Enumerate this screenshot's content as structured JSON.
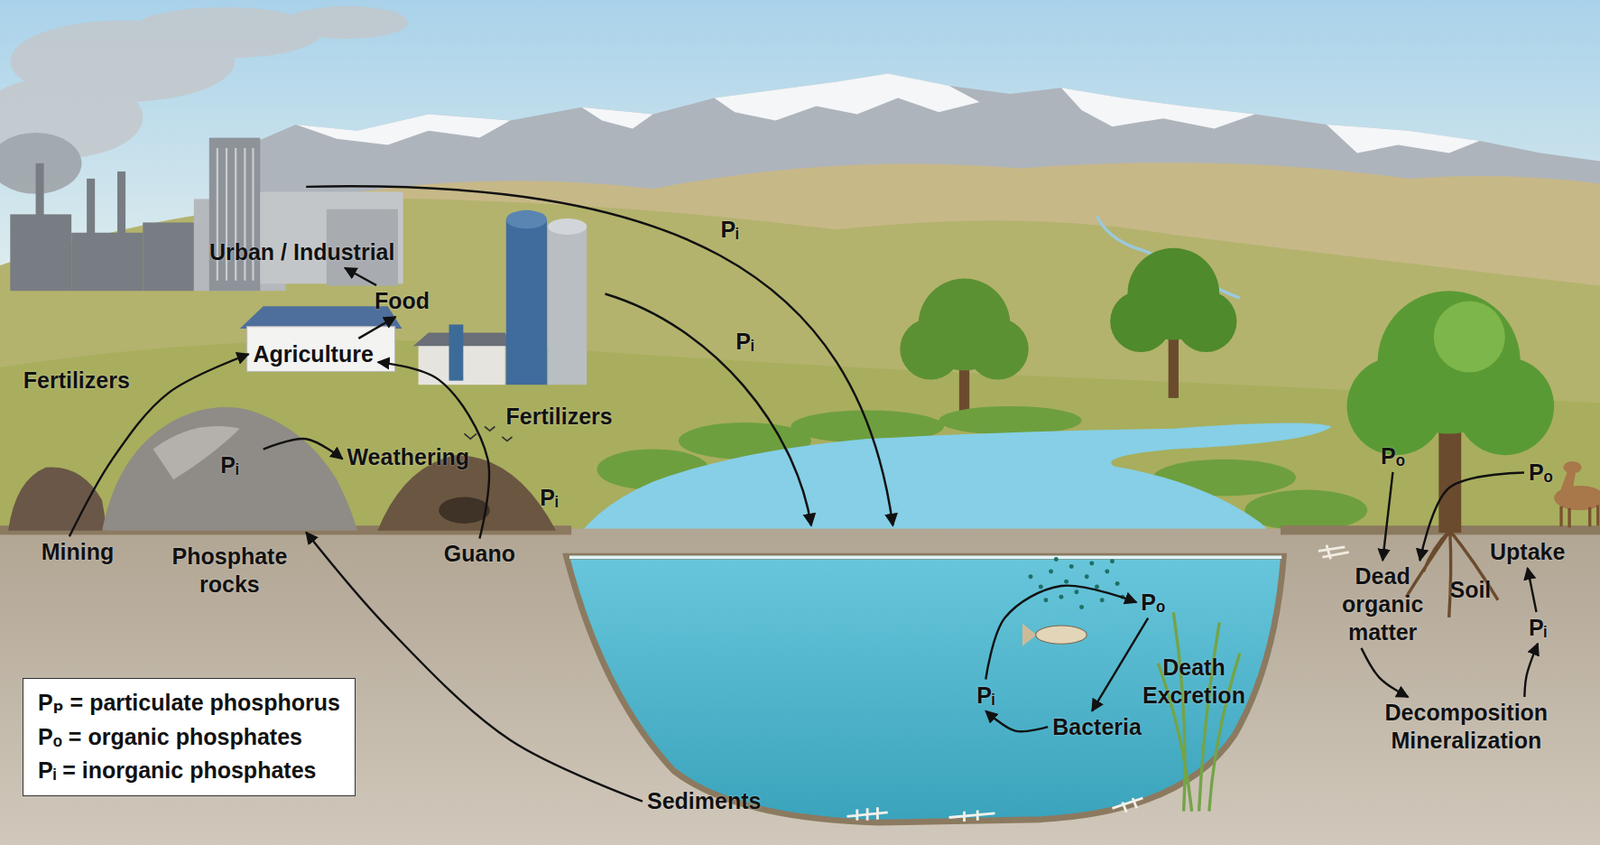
{
  "diagram": {
    "nodes": [
      {
        "text": [
          "Urban / Industrial"
        ]
      },
      {
        "text": [
          "Food"
        ]
      },
      {
        "text": [
          "Agriculture"
        ]
      },
      {
        "text": [
          "Mining"
        ]
      },
      {
        "text": [
          "Pᵢ",
          "Phosphate rocks"
        ]
      },
      {
        "text": [
          "Weathering"
        ]
      },
      {
        "text": [
          "Guano"
        ]
      },
      {
        "text": [
          "Sediments"
        ]
      },
      {
        "text": [
          "Pᵢ"
        ]
      },
      {
        "text": [
          "Pₒ"
        ]
      },
      {
        "text": [
          "Bacteria"
        ]
      },
      {
        "text": [
          "Pₒ"
        ]
      },
      {
        "text": [
          "Pₒ"
        ]
      },
      {
        "text": [
          "Dead organic matter"
        ]
      },
      {
        "text": [
          "Decomposition Mineralization"
        ]
      },
      {
        "text": [
          "Pᵢ"
        ]
      },
      {
        "text": [
          "Uptake"
        ]
      }
    ],
    "edges": [
      {
        "from": 3,
        "to": 2,
        "arrow": "to",
        "label": "Fertilizers"
      },
      {
        "from": 4,
        "to": 5,
        "arrow": "to"
      },
      {
        "from": 6,
        "to": 2,
        "arrow": "to"
      },
      {
        "from": 2,
        "to": 1,
        "arrow": "to"
      },
      {
        "from": 1,
        "to": 0,
        "arrow": "to"
      },
      {
        "from": 7,
        "to": 4,
        "arrow": "to"
      },
      {
        "from": 8,
        "to": 9,
        "arrow": "to"
      },
      {
        "from": 9,
        "to": 10,
        "arrow": "to",
        "label": "Death Excretion"
      },
      {
        "from": 10,
        "to": 8,
        "arrow": "to"
      },
      {
        "from": 11,
        "to": 13,
        "arrow": "to"
      },
      {
        "from": 12,
        "to": 13,
        "arrow": "to"
      },
      {
        "from": 13,
        "to": 14,
        "arrow": "to"
      },
      {
        "from": 14,
        "to": 15,
        "arrow": "to"
      },
      {
        "from": 15,
        "to": 16,
        "arrow": "to"
      }
    ],
    "labels": [
      "Fertilizers",
      "Pᵢ",
      "Pᵢ",
      "Pᵢ",
      "Soil"
    ],
    "legend": [
      {
        "text": "Pₚ = particulate phosphorus"
      },
      {
        "text": "Pₒ = organic phosphates"
      },
      {
        "text": "Pᵢ = inorganic phosphates"
      }
    ]
  }
}
